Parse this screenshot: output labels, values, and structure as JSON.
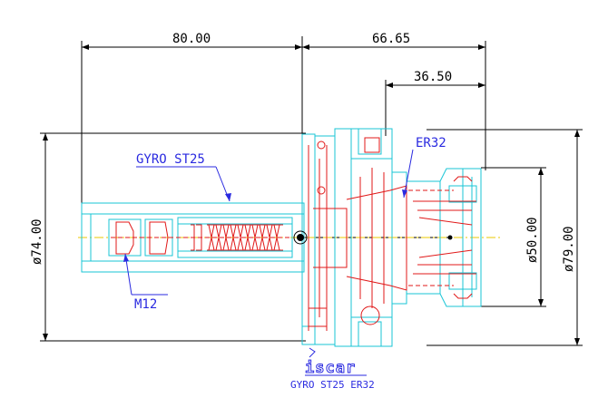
{
  "dimensions": {
    "length_left": "80.00",
    "length_right": "66.65",
    "length_nut": "36.50",
    "dia_shank": "ø74.00",
    "dia_nut": "ø50.00",
    "dia_flange": "ø79.00"
  },
  "labels": {
    "gyro": "GYRO ST25",
    "er": "ER32",
    "thread": "M12"
  },
  "logo": {
    "brand": "iscar",
    "caption": "GYRO ST25 ER32"
  },
  "colors": {
    "outline": "#19c5d6",
    "hidden": "#e01818",
    "label": "#2a2ae0",
    "dimension": "#000000",
    "centerline": "#e8c800"
  }
}
